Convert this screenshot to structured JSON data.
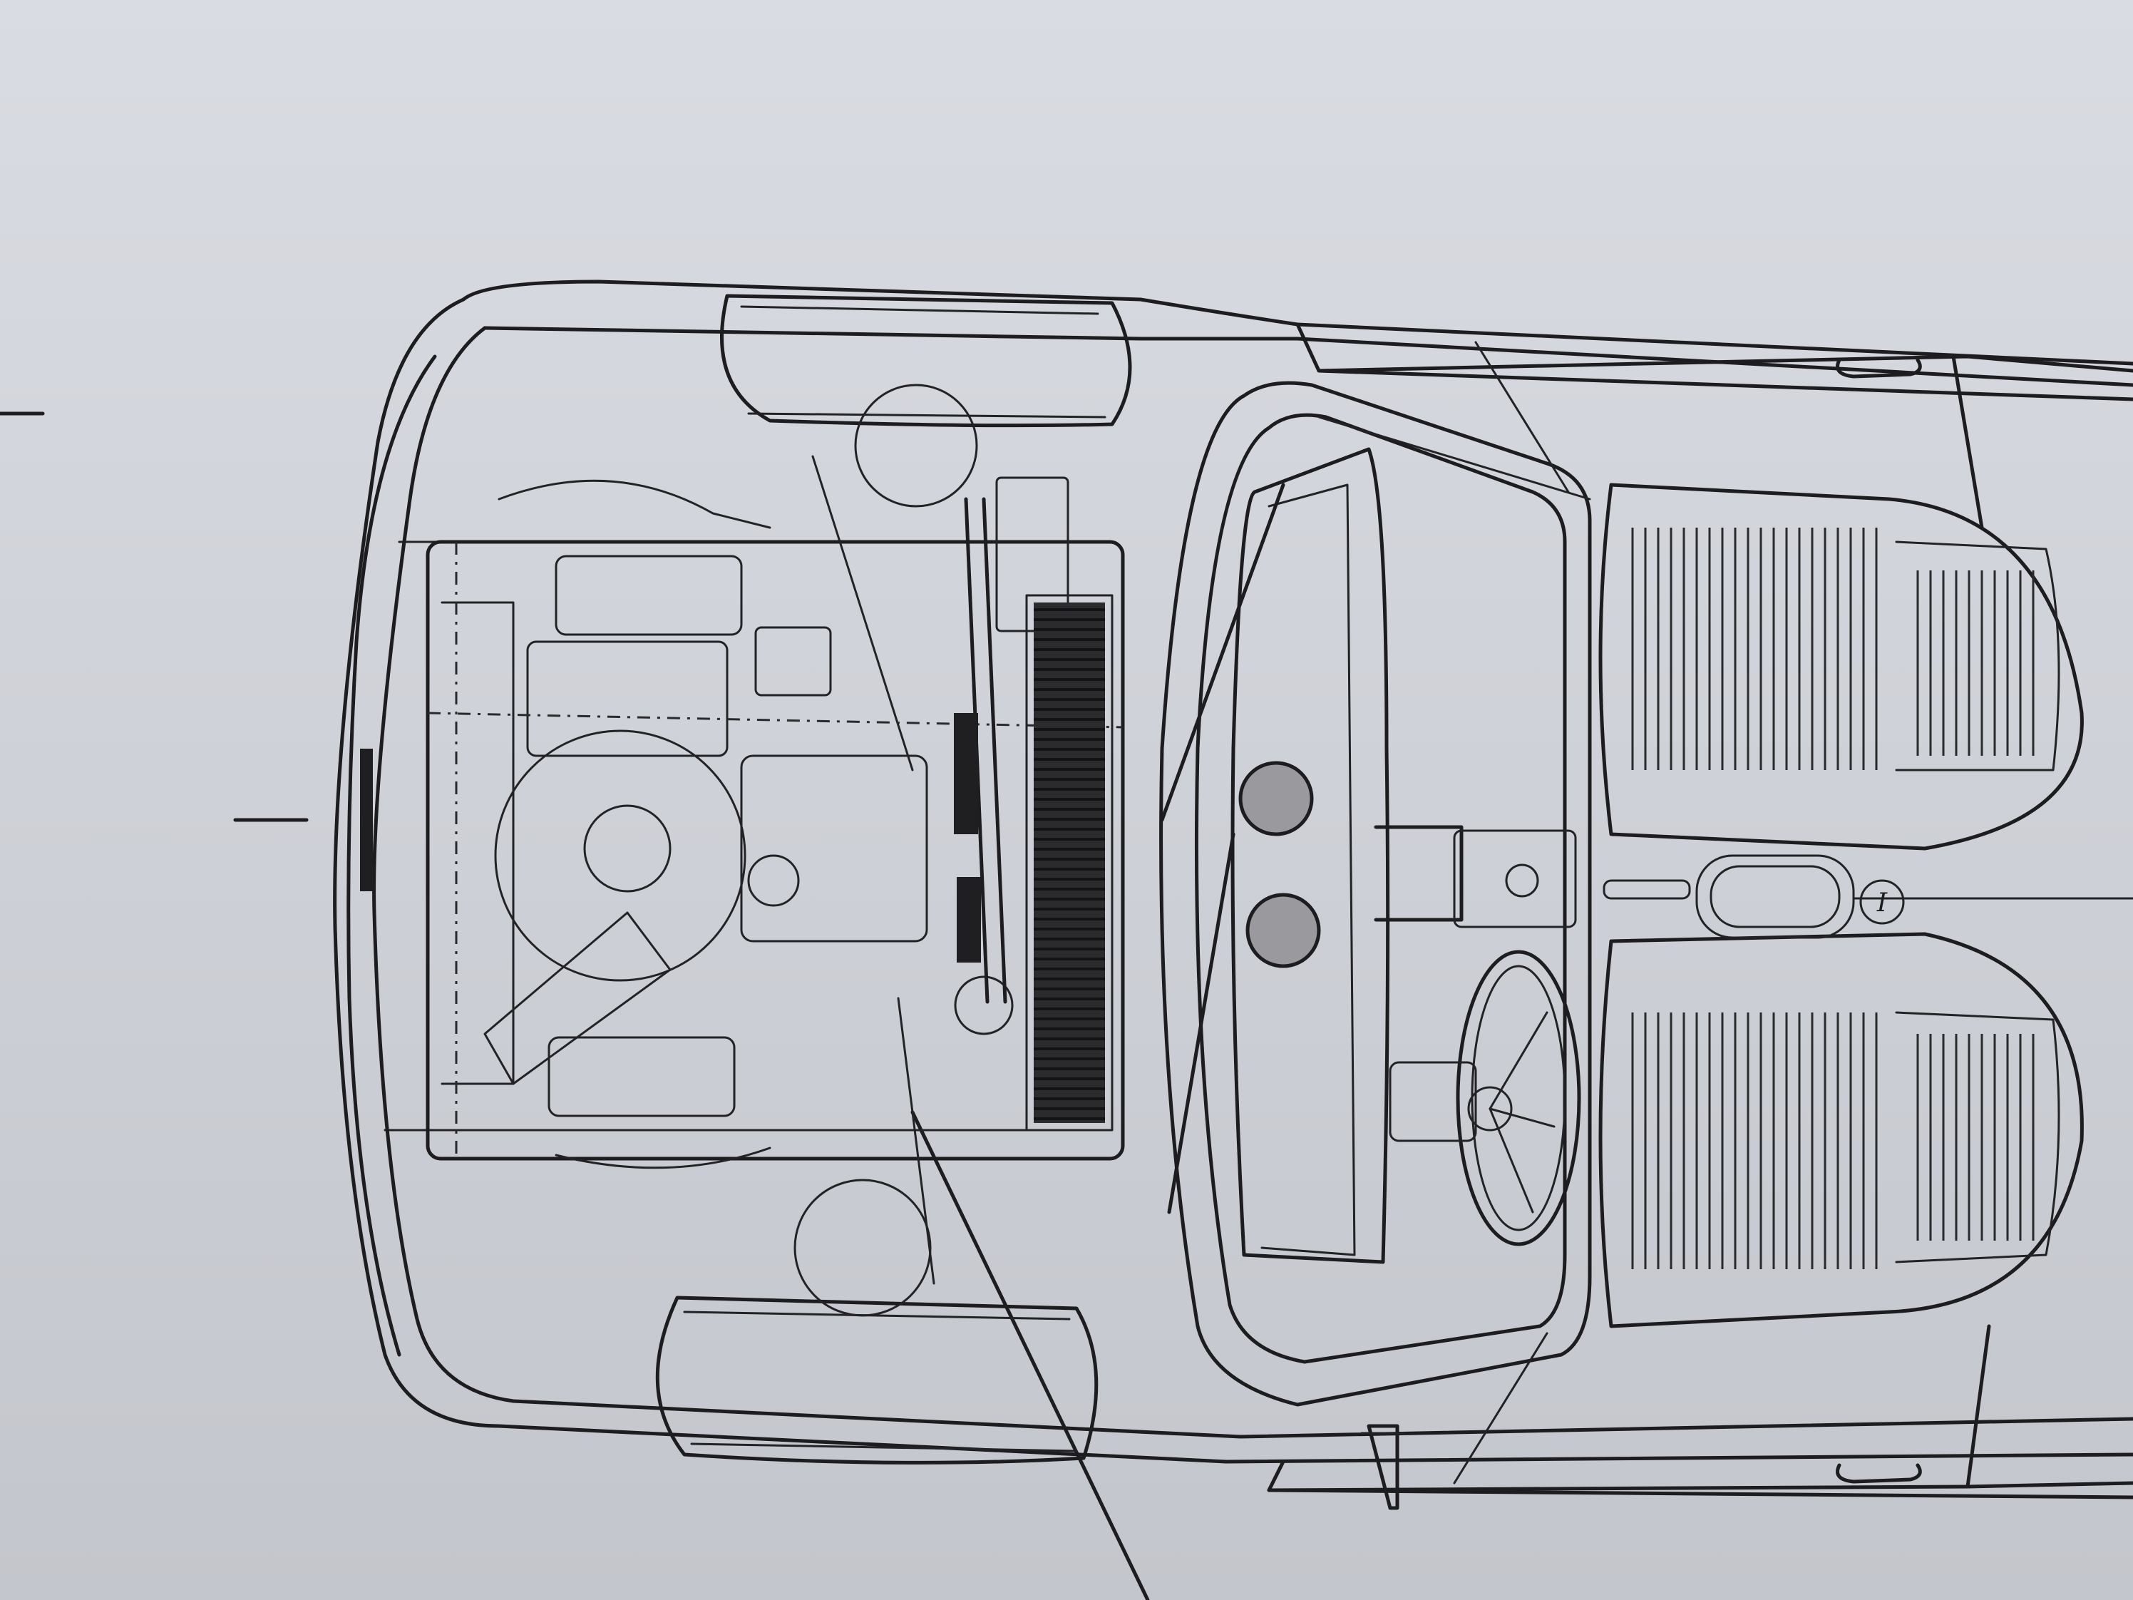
{
  "drawing": {
    "colors": {
      "paper": "#d4d7dd",
      "ink": "#1d1d1f",
      "radiator": "#141416",
      "gauge_fill": "#9a9a9e"
    },
    "labels": {
      "selector": "I"
    },
    "parts": [
      "body-outline",
      "front-bumper",
      "bonnet-front-edge",
      "engine-bay",
      "front-wheel-upper",
      "front-wheel-lower",
      "engine-block",
      "radiator",
      "steering-rack",
      "windscreen",
      "dashboard",
      "instrument-gauges",
      "steering-wheel",
      "front-seat-left",
      "front-seat-right",
      "center-console",
      "door-handles",
      "wing-mirror",
      "leader-lines"
    ]
  }
}
